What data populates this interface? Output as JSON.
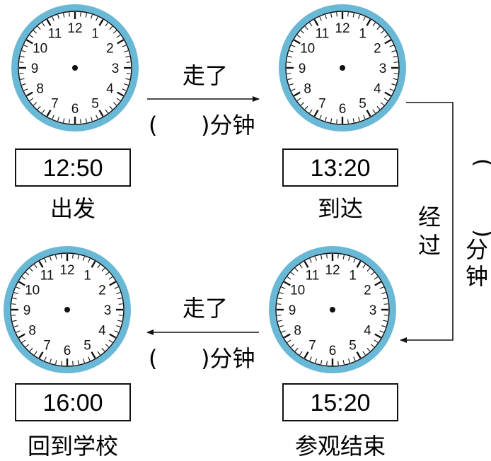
{
  "clocks": [
    {
      "id": "clock-depart",
      "time": "12:50",
      "caption": "出发"
    },
    {
      "id": "clock-arrive",
      "time": "13:20",
      "caption": "到达"
    },
    {
      "id": "clock-visit-end",
      "time": "15:20",
      "caption": "参观结束"
    },
    {
      "id": "clock-return",
      "time": "16:00",
      "caption": "回到学校"
    }
  ],
  "dial_numbers": [
    "12",
    "1",
    "2",
    "3",
    "4",
    "5",
    "6",
    "7",
    "8",
    "9",
    "10",
    "11"
  ],
  "segments": {
    "top": {
      "walked": "走了",
      "open_paren": "(",
      "close_minutes": ")分钟"
    },
    "right": {
      "passed_char1": "经",
      "passed_char2": "过",
      "open_paren": "(",
      "close_paren": ")",
      "minutes_char1": "分",
      "minutes_char2": "钟"
    },
    "bottom": {
      "walked": "走了",
      "open_paren": "(",
      "close_minutes": ")分钟"
    }
  },
  "colors": {
    "dial_ring": "#69b8d6",
    "ink": "#111111"
  }
}
